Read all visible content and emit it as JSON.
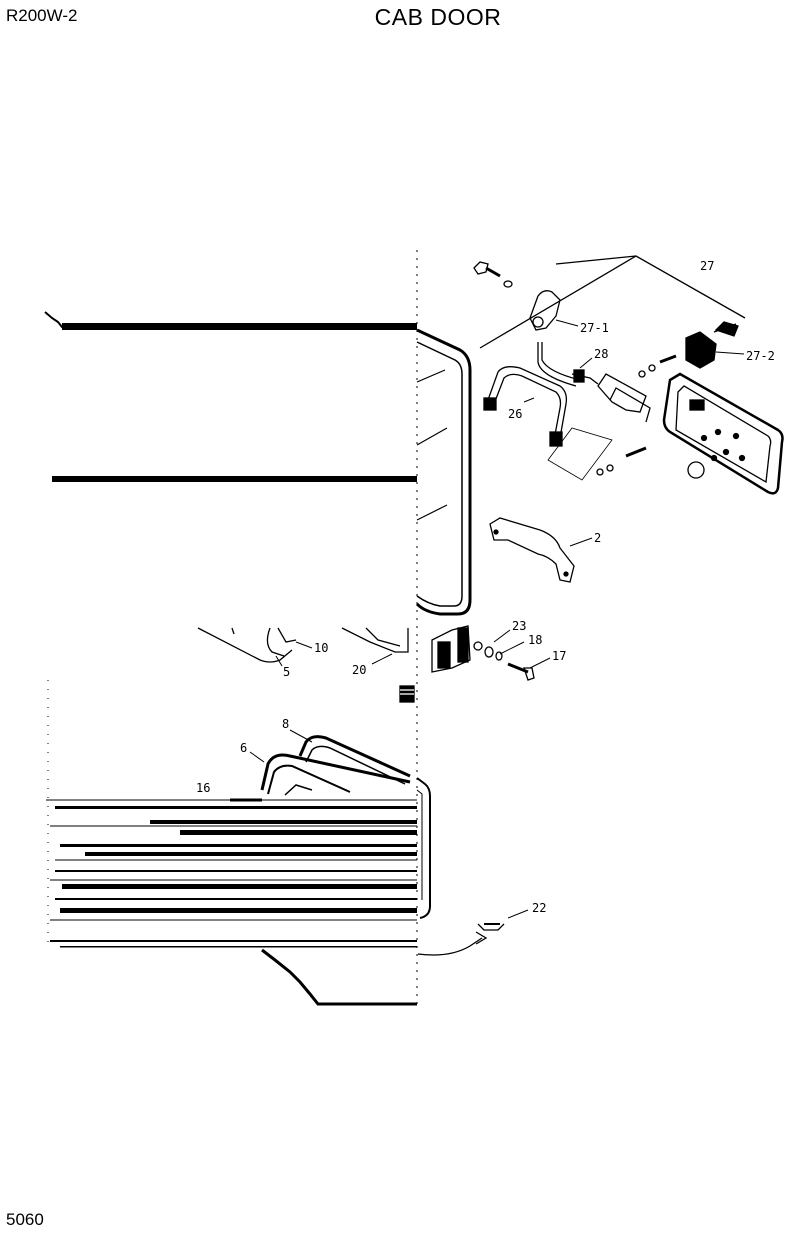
{
  "header": {
    "model": "R200W-2",
    "title": "CAB DOOR"
  },
  "footer": {
    "page_number": "5060"
  },
  "callouts": {
    "c27": "27",
    "c27_1": "27-1",
    "c27_2": "27-2",
    "c28": "28",
    "c26": "26",
    "c2": "2",
    "c23": "23",
    "c18": "18",
    "c17": "17",
    "c10": "10",
    "c5": "5",
    "c20": "20",
    "c8": "8",
    "c6": "6",
    "c16": "16",
    "c22": "22"
  }
}
